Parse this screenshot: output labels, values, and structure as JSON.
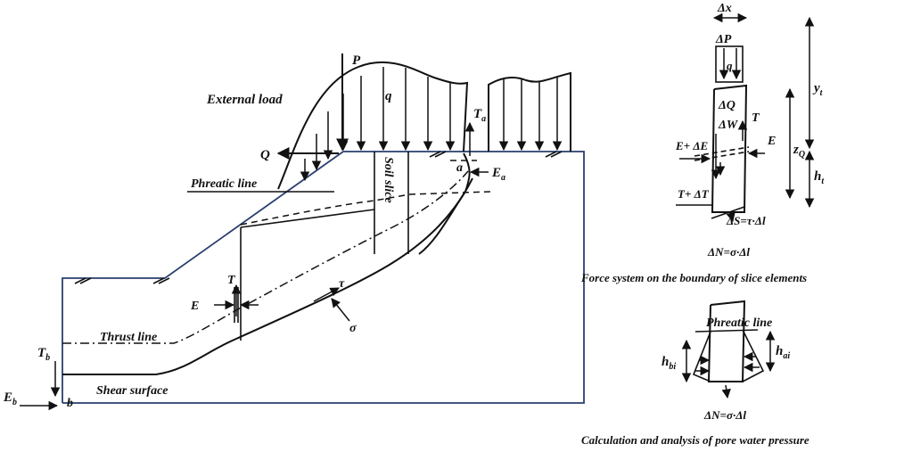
{
  "diagram": {
    "colors": {
      "ink": "#111111",
      "slope_outline": "#2a3f6e",
      "background": "#ffffff"
    },
    "main_labels": {
      "external_load": "External load",
      "P": "P",
      "q": "q",
      "Q": "Q",
      "Ta": "T",
      "Ta_sub": "a",
      "a": "a",
      "Ea": "E",
      "Ea_sub": "a",
      "phreatic_line": "Phreatic line",
      "soil_slice": "Soil slice",
      "T": "T",
      "E": "E",
      "tau": "τ",
      "sigma": "σ",
      "thrust_line": "Thrust line",
      "Tb": "T",
      "Tb_sub": "b",
      "shear_surface": "Shear surface",
      "Eb": "E",
      "Eb_sub": "b",
      "b": "b"
    },
    "slice_element": {
      "dx": "Δx",
      "dP": "ΔP",
      "q": "q",
      "dQ": "ΔQ",
      "dW": "ΔW",
      "T": "T",
      "E": "E",
      "E_plus": "E+ ΔE",
      "T_plus": "T+ ΔT",
      "dS": "ΔS=τ·Δl",
      "dN": "ΔN=σ·Δl",
      "yt": "y",
      "yt_sub": "t",
      "zQ": "z",
      "zQ_sub": "Q",
      "ht": "h",
      "ht_sub": "t",
      "caption": "Force system on the boundary of slice elements"
    },
    "pore_pressure": {
      "phreatic_line": "Phreatic line",
      "hbi": "h",
      "hbi_sub": "bi",
      "hai": "h",
      "hai_sub": "ai",
      "dN": "ΔN=σ·Δl",
      "caption": "Calculation and analysis of pore water pressure"
    }
  }
}
